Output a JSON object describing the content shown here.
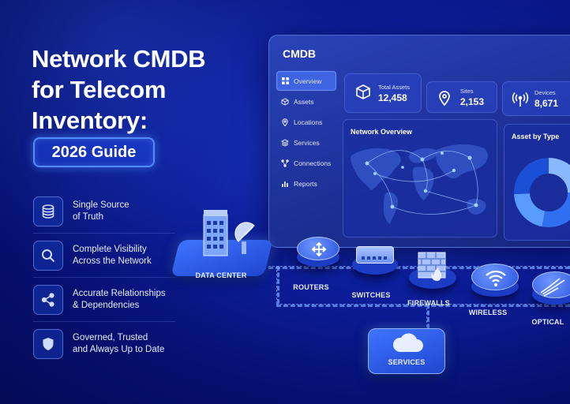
{
  "headline": {
    "title": "Network CMDB for Telecom Inventory:",
    "badge": "2026 Guide"
  },
  "features": [
    {
      "icon": "database-icon",
      "text": "Single Source\nof Truth"
    },
    {
      "icon": "search-icon",
      "text": "Complete Visibility\nAcross the Network"
    },
    {
      "icon": "share-icon",
      "text": "Accurate Relationships\n& Dependencies"
    },
    {
      "icon": "shield-icon",
      "text": "Governed, Trusted\nand Always Up to Date"
    }
  ],
  "dashboard": {
    "title": "CMDB",
    "nav": [
      {
        "label": "Overview",
        "icon": "grid-icon",
        "active": true
      },
      {
        "label": "Assets",
        "icon": "cube-icon",
        "active": false
      },
      {
        "label": "Locations",
        "icon": "pin-icon",
        "active": false
      },
      {
        "label": "Services",
        "icon": "layers-icon",
        "active": false
      },
      {
        "label": "Connections",
        "icon": "nodes-icon",
        "active": false
      },
      {
        "label": "Reports",
        "icon": "bar-chart-icon",
        "active": false
      }
    ],
    "stats": [
      {
        "label": "Total Assets",
        "value": "12,458",
        "icon": "cube-icon"
      },
      {
        "label": "Sites",
        "value": "2,153",
        "icon": "pin-icon"
      },
      {
        "label": "Devices",
        "value": "8,671",
        "icon": "antenna-icon"
      }
    ],
    "network_overview_title": "Network Overview",
    "asset_by_type_title": "Asset by Type"
  },
  "diagram": {
    "data_center": "DATA CENTER",
    "nodes": [
      "ROUTERS",
      "SWITCHES",
      "FIREWALLS",
      "WIRELESS",
      "OPTICAL"
    ],
    "services": "SERVICES"
  },
  "colors": {
    "background": "#0d1f9e",
    "accent": "#4f8cff",
    "panel": "#1c2f95"
  }
}
